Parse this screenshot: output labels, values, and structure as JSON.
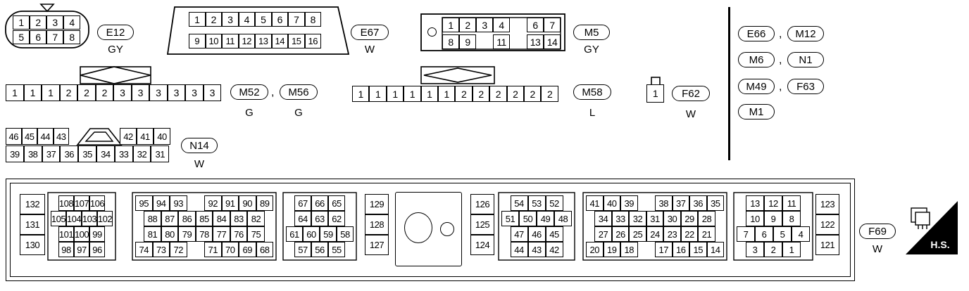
{
  "connectors": {
    "e12": {
      "id": "E12",
      "color": "GY",
      "pins_top": [
        "1",
        "2",
        "3",
        "4"
      ],
      "pins_bottom": [
        "5",
        "6",
        "7",
        "8"
      ]
    },
    "e67": {
      "id": "E67",
      "color": "W",
      "pins_top": [
        "1",
        "2",
        "3",
        "4",
        "5",
        "6",
        "7",
        "8"
      ],
      "pins_bottom": [
        "9",
        "10",
        "11",
        "12",
        "13",
        "14",
        "15",
        "16"
      ]
    },
    "m5": {
      "id": "M5",
      "color": "GY",
      "pins_top": [
        "1",
        "2",
        "3",
        "4",
        "",
        "6",
        "7"
      ],
      "pins_bottom": [
        "8",
        "9",
        "",
        "11",
        "",
        "13",
        "14"
      ]
    },
    "m52_m56": {
      "ids": [
        "M52",
        "M56"
      ],
      "colors": [
        "G",
        "G"
      ],
      "sep": ",",
      "pins": [
        "1",
        "1",
        "1",
        "2",
        "2",
        "2",
        "3",
        "3",
        "3",
        "3",
        "3",
        "3"
      ]
    },
    "m58": {
      "id": "M58",
      "color": "L",
      "pins": [
        "1",
        "1",
        "1",
        "1",
        "1",
        "1",
        "2",
        "2",
        "2",
        "2",
        "2",
        "2"
      ]
    },
    "f62": {
      "id": "F62",
      "color": "W",
      "pins": [
        "1"
      ]
    },
    "n14": {
      "id": "N14",
      "color": "W",
      "pins_top": [
        "46",
        "45",
        "44",
        "43",
        "42",
        "41",
        "40"
      ],
      "pins_bottom": [
        "39",
        "38",
        "37",
        "36",
        "35",
        "34",
        "33",
        "32",
        "31"
      ]
    },
    "f69": {
      "id": "F69",
      "color": "W",
      "badge": "H.S."
    }
  },
  "applies_to": [
    {
      "a": "E66",
      "sep": ",",
      "b": "M12"
    },
    {
      "a": "M6",
      "sep": ",",
      "b": "N1"
    },
    {
      "a": "M49",
      "sep": ",",
      "b": "F63"
    },
    {
      "a": "M1"
    }
  ],
  "ecm_groups": [
    {
      "name": "g130",
      "rows": [
        [
          "132"
        ],
        [
          "131"
        ],
        [
          "130"
        ]
      ]
    },
    {
      "name": "g96",
      "rows": [
        [
          "108",
          "107",
          "106"
        ],
        [
          "105",
          "104",
          "103",
          "102"
        ],
        [
          "101",
          "100",
          "99"
        ],
        [
          "98",
          "97",
          "96"
        ]
      ]
    },
    {
      "name": "g68",
      "rows": [
        [
          "95",
          "94",
          "93",
          "",
          "92",
          "91",
          "90",
          "89"
        ],
        [
          "88",
          "87",
          "86",
          "85",
          "84",
          "83",
          "82"
        ],
        [
          "81",
          "80",
          "79",
          "78",
          "77",
          "76",
          "75"
        ],
        [
          "74",
          "73",
          "72",
          "",
          "71",
          "70",
          "69",
          "68"
        ]
      ]
    },
    {
      "name": "g55",
      "rows": [
        [
          "67",
          "66",
          "65"
        ],
        [
          "64",
          "63",
          "62"
        ],
        [
          "61",
          "60",
          "59",
          "58"
        ],
        [
          "57",
          "56",
          "55"
        ]
      ]
    },
    {
      "name": "g127",
      "rows": [
        [
          "129"
        ],
        [
          "128"
        ],
        [
          "127"
        ]
      ]
    },
    {
      "name": "g124",
      "rows": [
        [
          "126"
        ],
        [
          "125"
        ],
        [
          "124"
        ]
      ]
    },
    {
      "name": "g42",
      "rows": [
        [
          "54",
          "53",
          "52"
        ],
        [
          "51",
          "50",
          "49",
          "48"
        ],
        [
          "47",
          "46",
          "45"
        ],
        [
          "44",
          "43",
          "42"
        ]
      ]
    },
    {
      "name": "g14",
      "rows": [
        [
          "41",
          "40",
          "39",
          "",
          "38",
          "37",
          "36",
          "35"
        ],
        [
          "34",
          "33",
          "32",
          "31",
          "30",
          "29",
          "28"
        ],
        [
          "27",
          "26",
          "25",
          "24",
          "23",
          "22",
          "21"
        ],
        [
          "20",
          "19",
          "18",
          "",
          "17",
          "16",
          "15",
          "14"
        ]
      ]
    },
    {
      "name": "g1",
      "rows": [
        [
          "13",
          "12",
          "11"
        ],
        [
          "10",
          "9",
          "8"
        ],
        [
          "7",
          "6",
          "5",
          "4"
        ],
        [
          "3",
          "2",
          "1"
        ]
      ]
    },
    {
      "name": "g121",
      "rows": [
        [
          "123"
        ],
        [
          "122"
        ],
        [
          "121"
        ]
      ]
    }
  ]
}
